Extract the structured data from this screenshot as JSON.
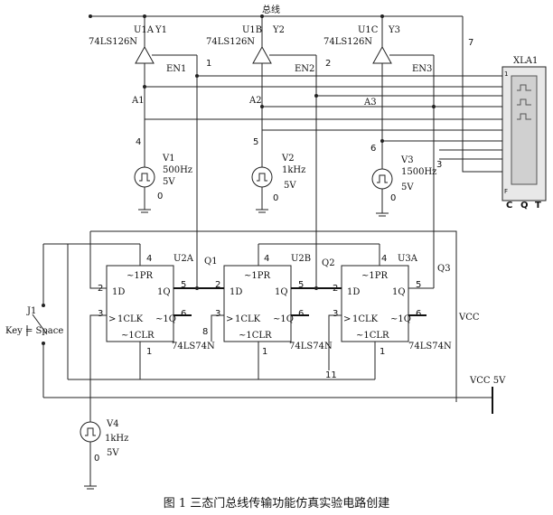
{
  "bus_label": "总线",
  "gates": [
    {
      "ref": "U1A",
      "part": "74LS126N",
      "out": "Y1",
      "en": "EN1",
      "in": "A1",
      "enNode": "1",
      "inNode": "4"
    },
    {
      "ref": "U1B",
      "part": "74LS126N",
      "out": "Y2",
      "en": "EN2",
      "in": "A2",
      "enNode": "2",
      "inNode": "5"
    },
    {
      "ref": "U1C",
      "part": "74LS126N",
      "out": "Y3",
      "en": "EN3",
      "in": "A3",
      "enNode": "3",
      "inNode": "6"
    }
  ],
  "bus_node": "7",
  "sources": [
    {
      "ref": "V1",
      "freq": "500Hz",
      "amp": "5V",
      "gnd": "0"
    },
    {
      "ref": "V2",
      "freq": "1kHz",
      "amp": "5V",
      "gnd": "0"
    },
    {
      "ref": "V3",
      "freq": "1500Hz",
      "amp": "5V",
      "gnd": "0"
    },
    {
      "ref": "V4",
      "freq": "1kHz",
      "amp": "5V",
      "gnd": "0"
    }
  ],
  "flipflops": [
    {
      "ref": "U2A",
      "part": "74LS74N",
      "pr": "~1PR",
      "d": "1D",
      "q": "1Q",
      "clk": "1CLK",
      "qn": "~1Q",
      "clr": "~1CLR",
      "p4": "4",
      "p2": "2",
      "p5": "5",
      "p3": "3",
      "p6": "6",
      "p1": "1",
      "out": "Q1"
    },
    {
      "ref": "U2B",
      "part": "74LS74N",
      "pr": "~1PR",
      "d": "1D",
      "q": "1Q",
      "clk": "1CLK",
      "qn": "~1Q",
      "clr": "~1CLR",
      "p4": "4",
      "p2": "2",
      "p5": "5",
      "p3": "3",
      "p6": "6",
      "p1": "1",
      "out": "Q2"
    },
    {
      "ref": "U3A",
      "part": "74LS74N",
      "pr": "~1PR",
      "d": "1D",
      "q": "1Q",
      "clk": "1CLK",
      "qn": "~1Q",
      "clr": "~1CLR",
      "p4": "4",
      "p2": "2",
      "p5": "5",
      "p3": "3",
      "p6": "6",
      "p1": "1",
      "out": "Q3"
    }
  ],
  "node_8": "8",
  "node_11": "11",
  "key": {
    "ref": "J1",
    "label": "Key = Space"
  },
  "vcc_label": "VCC",
  "vcc_source": "VCC  5V",
  "analyzer": {
    "ref": "XLA1",
    "pins": [
      "C",
      "Q",
      "T"
    ],
    "pin1": "1",
    "pinF": "F"
  },
  "caption": "图 1    三态门总线传输功能仿真实验电路创建"
}
